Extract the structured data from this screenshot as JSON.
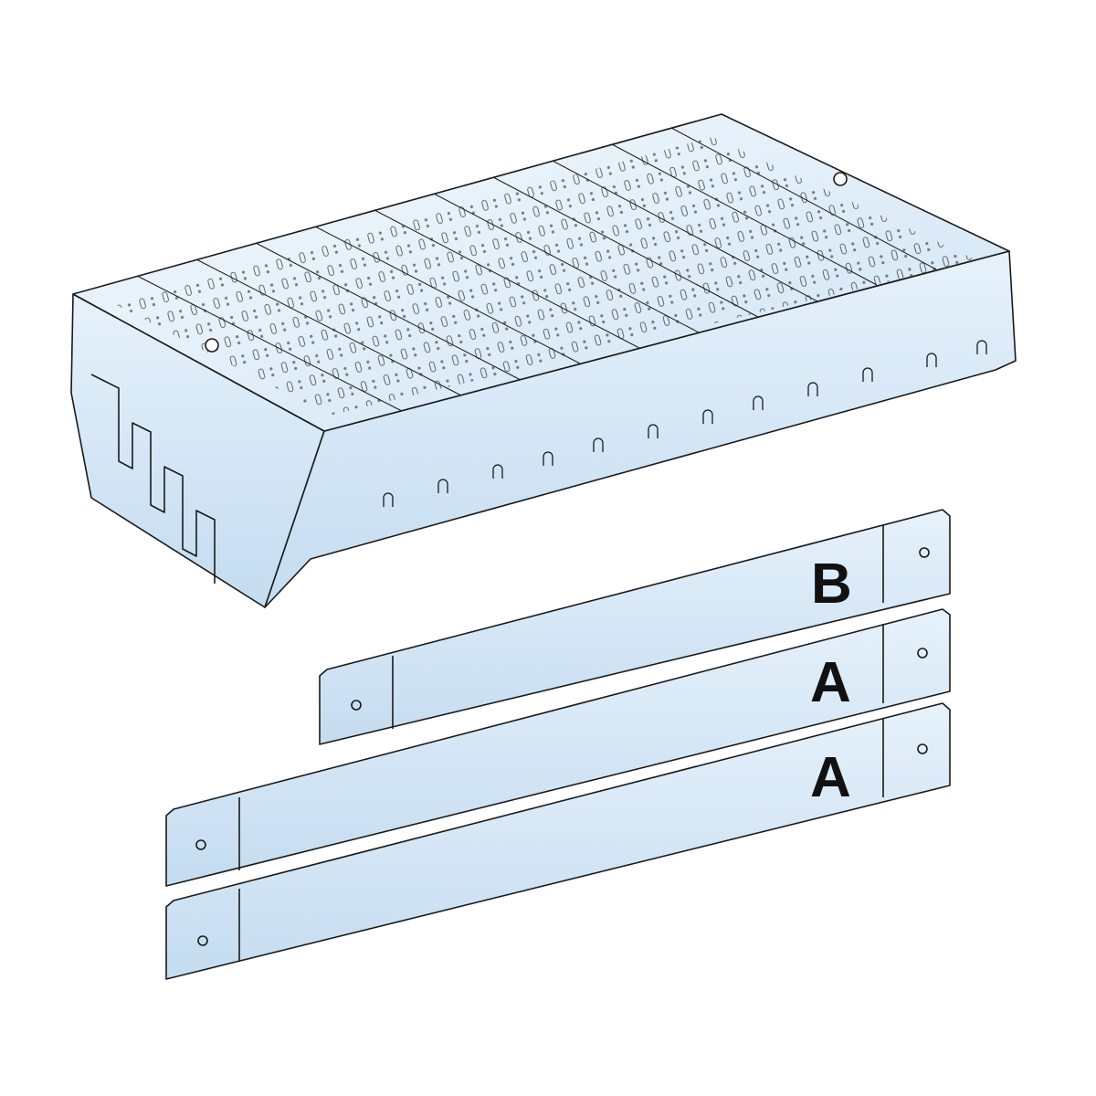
{
  "colors": {
    "fill_light": "#eef6fd",
    "fill_mid": "#d5e7f6",
    "fill_dark": "#bcd6ec",
    "outline": "#1a1a1a"
  },
  "bars": [
    {
      "label": "B"
    },
    {
      "label": "A"
    },
    {
      "label": "A"
    }
  ]
}
